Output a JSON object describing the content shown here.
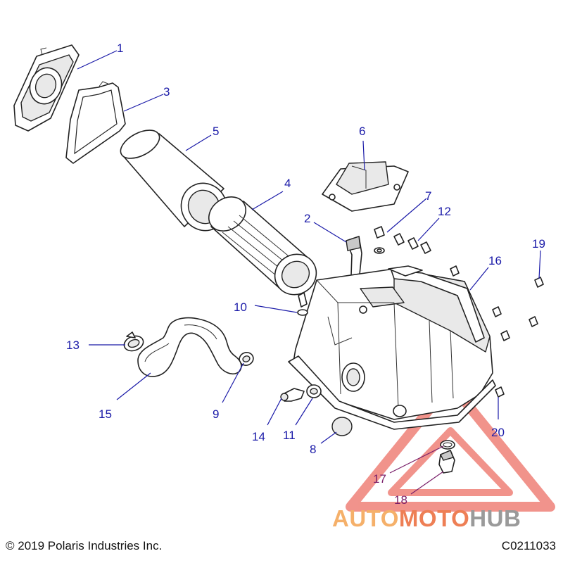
{
  "diagram": {
    "callouts": [
      {
        "id": "c1",
        "label": "1"
      },
      {
        "id": "c2",
        "label": "2"
      },
      {
        "id": "c3",
        "label": "3"
      },
      {
        "id": "c4",
        "label": "4"
      },
      {
        "id": "c5",
        "label": "5"
      },
      {
        "id": "c6",
        "label": "6"
      },
      {
        "id": "c7",
        "label": "7"
      },
      {
        "id": "c8",
        "label": "8"
      },
      {
        "id": "c9",
        "label": "9"
      },
      {
        "id": "c10",
        "label": "10"
      },
      {
        "id": "c11",
        "label": "11"
      },
      {
        "id": "c12",
        "label": "12"
      },
      {
        "id": "c13",
        "label": "13"
      },
      {
        "id": "c14",
        "label": "14"
      },
      {
        "id": "c15",
        "label": "15"
      },
      {
        "id": "c16",
        "label": "16"
      },
      {
        "id": "c17",
        "label": "17"
      },
      {
        "id": "c18",
        "label": "18"
      },
      {
        "id": "c19",
        "label": "19"
      },
      {
        "id": "c20",
        "label": "20"
      }
    ],
    "callout_color": "#1a1aa8",
    "callout_color_alt": "#7a1f6a"
  },
  "footer": {
    "copyright": "© 2019 Polaris Industries Inc.",
    "code": "C0211033"
  },
  "watermark": {
    "part1": "AUTO",
    "part2": "MOTO",
    "part3": "HUB",
    "colors": {
      "auto": "#f5b06a",
      "moto": "#ee7f55",
      "hub": "#9a9a9a",
      "triangle": "#e63b2e"
    }
  }
}
